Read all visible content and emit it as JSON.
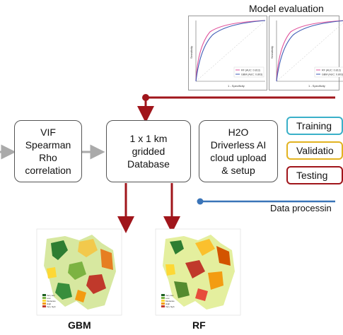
{
  "header": {
    "model_evaluation": "Model evaluation"
  },
  "boxes": {
    "vif": "VIF\nSpearman\nRho\ncorrelation",
    "grid": "1 x 1 km\ngridded\nDatabase",
    "h2o": "H2O\nDriverless AI\ncloud upload\n& setup"
  },
  "split": {
    "training": "Training",
    "validation": "Validatio",
    "testing": "Testing"
  },
  "data_processing": "Data processin",
  "roc_plots": [
    {
      "xlabel": "1 - Specificity",
      "ylabel": "Sensitivity",
      "legend": [
        "RF (AUC: 0.813)",
        "GBM (AUC: 0.803)"
      ]
    },
    {
      "xlabel": "1 - Specificity",
      "ylabel": "Sensitivity",
      "legend": [
        "RF (AUC: 0.813)",
        "GBM (AUC: 0.803)"
      ]
    }
  ],
  "maps": {
    "gbm_label": "GBM",
    "rf_label": "RF",
    "legend": [
      "Very low",
      "Low",
      "Moderate",
      "High",
      "Very high"
    ]
  },
  "colors": {
    "red_arrow": "#a0151b",
    "blue_line": "#3a74b8",
    "gray_arrow": "#aaaaaa",
    "training_border": "#3ab0c8",
    "validation_border": "#e2b321",
    "testing_border": "#a0151b",
    "roc_red": "#e0529b",
    "roc_blue": "#3f5bb5"
  }
}
